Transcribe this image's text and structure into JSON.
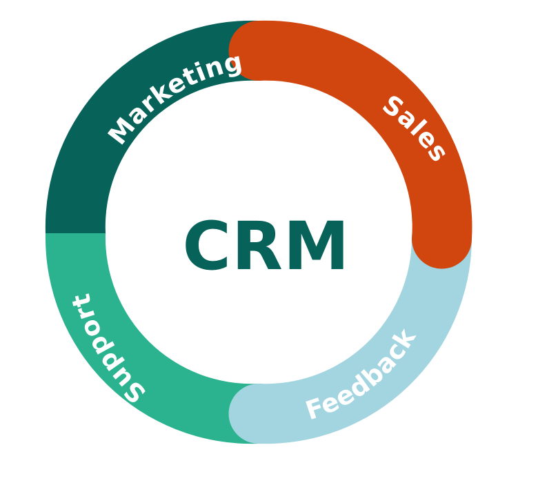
{
  "center": {
    "label": "CRM",
    "color": "#07635a"
  },
  "segments": [
    {
      "label": "Marketing",
      "color": "#07635a",
      "icon": "marketing-segment"
    },
    {
      "label": "Sales",
      "color": "#d1450f",
      "icon": "sales-segment"
    },
    {
      "label": "Feedback",
      "color": "#a2d5e0",
      "icon": "feedback-segment"
    },
    {
      "label": "Support",
      "color": "#2ab38e",
      "icon": "support-segment"
    }
  ]
}
